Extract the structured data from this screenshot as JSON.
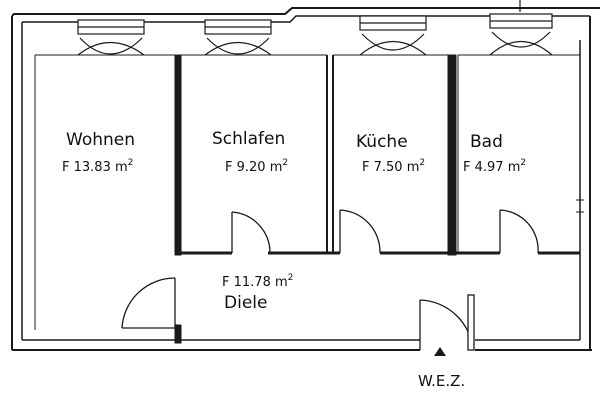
{
  "plan": {
    "rooms": [
      {
        "name": "Wohnen",
        "area_prefix": "F",
        "area_value": "13.83",
        "area_unit": "m",
        "area_exp": "2"
      },
      {
        "name": "Schlafen",
        "area_prefix": "F",
        "area_value": "9.20",
        "area_unit": "m",
        "area_exp": "2"
      },
      {
        "name": "Küche",
        "area_prefix": "F",
        "area_value": "7.50",
        "area_unit": "m",
        "area_exp": "2"
      },
      {
        "name": "Bad",
        "area_prefix": "F",
        "area_value": "4.97",
        "area_unit": "m",
        "area_exp": "2"
      },
      {
        "name": "Diele",
        "area_prefix": "F",
        "area_value": "11.78",
        "area_unit": "m",
        "area_exp": "2"
      }
    ],
    "entrance_label": "W.E.Z.",
    "colors": {
      "wall": "#1a1a1a",
      "ink": "#222222",
      "paper": "#ffffff"
    }
  }
}
